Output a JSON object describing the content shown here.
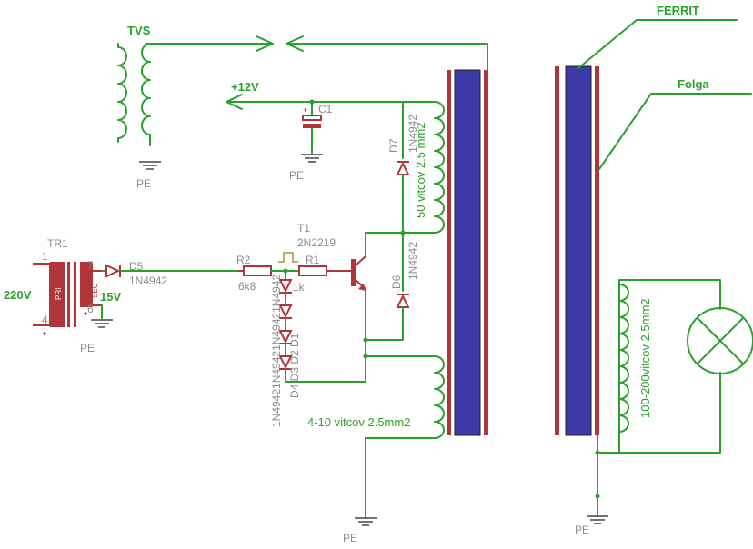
{
  "labels": {
    "tvs": "TVS",
    "ferrit": "FERRIT",
    "folga": "Folga",
    "plus12v": "+12V",
    "c1": "C1",
    "pe": "PE",
    "tr1": "TR1",
    "pri": "PRI",
    "sec": "SEC",
    "v220": "220V",
    "v15": "15V",
    "d5": "D5",
    "d5_part": "1N4942",
    "r2": "R2",
    "r2_val": "6k8",
    "r1": "R1",
    "r1_val": "1k",
    "t1": "T1",
    "t1_part": "2N2219",
    "d7": "D7",
    "d7_part": "1N4942",
    "d6": "D6",
    "d6_part": "1N4942",
    "d_stack_names": "D4 D3 D2 D1",
    "d_stack_parts": "1N49421N49421N49421N4942",
    "winding_50": "50 vitcov 2.5 mm2",
    "winding_4_10": "4-10 vitcov 2.5mm2",
    "winding_100_200": "100-200vitcov 2.5mm2",
    "pin1": "1",
    "pin4": "4",
    "pin7": "7",
    "pin6": "6",
    "cap_plus": "+"
  },
  "colors": {
    "wire": "#2aa12a",
    "component": "#b0353b",
    "ferrite": "#3b3aa6",
    "label_grey": "#8c8c8c"
  }
}
